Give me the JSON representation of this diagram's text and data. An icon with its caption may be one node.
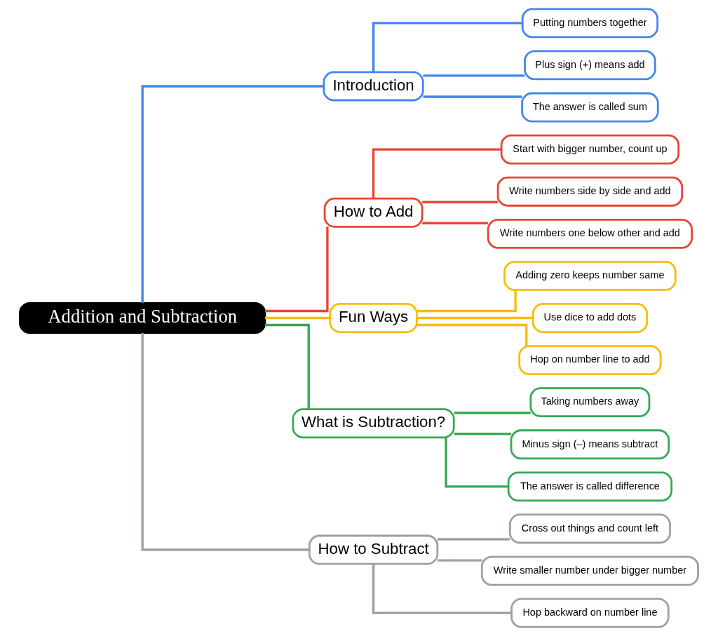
{
  "diagram": {
    "nodes": [
      {
        "text": [
          "Addition and Subtraction"
        ]
      },
      {
        "text": [
          "Introduction"
        ]
      },
      {
        "text": [
          "Putting numbers together"
        ]
      },
      {
        "text": [
          "Plus sign (+) means add"
        ]
      },
      {
        "text": [
          "The answer is called sum"
        ]
      },
      {
        "text": [
          "How to Add"
        ]
      },
      {
        "text": [
          "Start with bigger number, count up"
        ]
      },
      {
        "text": [
          "Write numbers side by side and add"
        ]
      },
      {
        "text": [
          "Write numbers one below other and add"
        ]
      },
      {
        "text": [
          "Fun Ways"
        ]
      },
      {
        "text": [
          "Adding zero keeps number same"
        ]
      },
      {
        "text": [
          "Use dice to add dots"
        ]
      },
      {
        "text": [
          "Hop on number line to add"
        ]
      },
      {
        "text": [
          "What is Subtraction?"
        ]
      },
      {
        "text": [
          "Taking numbers away"
        ]
      },
      {
        "text": [
          "Minus sign (–) means subtract"
        ]
      },
      {
        "text": [
          "The answer is called difference"
        ]
      },
      {
        "text": [
          "How to Subtract"
        ]
      },
      {
        "text": [
          "Cross out things and count left"
        ]
      },
      {
        "text": [
          "Write smaller number under bigger number"
        ]
      },
      {
        "text": [
          "Hop backward on number line"
        ]
      }
    ],
    "edges": [
      {
        "from": 0,
        "to": 1,
        "arrow": "none",
        "color": "#4285f4"
      },
      {
        "from": 1,
        "to": 2,
        "arrow": "none",
        "color": "#4285f4"
      },
      {
        "from": 1,
        "to": 3,
        "arrow": "none",
        "color": "#4285f4"
      },
      {
        "from": 1,
        "to": 4,
        "arrow": "none",
        "color": "#4285f4"
      },
      {
        "from": 0,
        "to": 5,
        "arrow": "none",
        "color": "#ea4335"
      },
      {
        "from": 5,
        "to": 6,
        "arrow": "none",
        "color": "#ea4335"
      },
      {
        "from": 5,
        "to": 7,
        "arrow": "none",
        "color": "#ea4335"
      },
      {
        "from": 5,
        "to": 8,
        "arrow": "none",
        "color": "#ea4335"
      },
      {
        "from": 0,
        "to": 9,
        "arrow": "none",
        "color": "#fbbc05"
      },
      {
        "from": 9,
        "to": 10,
        "arrow": "none",
        "color": "#fbbc05"
      },
      {
        "from": 9,
        "to": 11,
        "arrow": "none",
        "color": "#fbbc05"
      },
      {
        "from": 9,
        "to": 12,
        "arrow": "none",
        "color": "#fbbc05"
      },
      {
        "from": 0,
        "to": 13,
        "arrow": "none",
        "color": "#34a853"
      },
      {
        "from": 13,
        "to": 14,
        "arrow": "none",
        "color": "#34a853"
      },
      {
        "from": 13,
        "to": 15,
        "arrow": "none",
        "color": "#34a853"
      },
      {
        "from": 13,
        "to": 16,
        "arrow": "none",
        "color": "#34a853"
      },
      {
        "from": 0,
        "to": 17,
        "arrow": "none",
        "color": "#9aa0a6"
      },
      {
        "from": 17,
        "to": 18,
        "arrow": "none",
        "color": "#9aa0a6"
      },
      {
        "from": 17,
        "to": 19,
        "arrow": "none",
        "color": "#9aa0a6"
      },
      {
        "from": 17,
        "to": 20,
        "arrow": "none",
        "color": "#9aa0a6"
      }
    ]
  }
}
